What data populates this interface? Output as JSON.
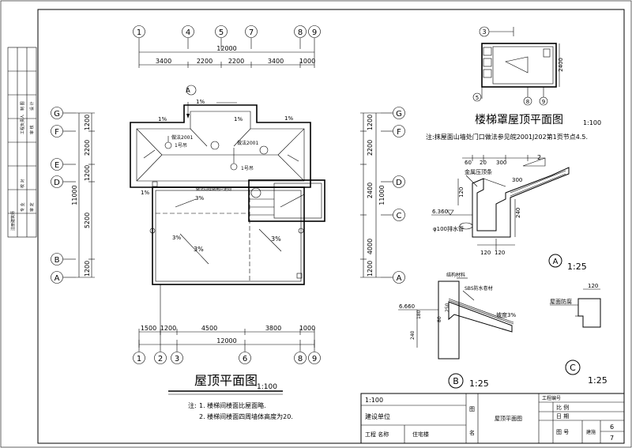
{
  "grid_top": [
    "1",
    "4",
    "5",
    "7",
    "8",
    "9"
  ],
  "grid_bottom": [
    "1",
    "2",
    "3",
    "6",
    "8",
    "9"
  ],
  "grid_left": [
    "G",
    "F",
    "E",
    "D",
    "B",
    "A"
  ],
  "grid_right": [
    "G",
    "F",
    "D",
    "C",
    "A"
  ],
  "dims_top": [
    "3400",
    "2200",
    "2200",
    "3400",
    "1000"
  ],
  "dims_top_total": "12000",
  "dims_bottom": [
    "1500",
    "1200",
    "4500",
    "3800",
    "1000"
  ],
  "dims_bottom_total": "12000",
  "dims_left": [
    "1200",
    "2200",
    "1200",
    "5200",
    "1200"
  ],
  "dims_left_total": "11000",
  "dims_right": [
    "1200",
    "2200",
    "2400",
    "4000",
    "1200"
  ],
  "dims_right_total": "11000",
  "slopes": [
    "1%",
    "1%",
    "1%",
    "1%",
    "3%",
    "3%",
    "3%",
    "3%",
    "1%"
  ],
  "roof_labels": {
    "tag1": "做法2001",
    "tag2": "1号吊",
    "tag3": "做法2001",
    "tag4": "1号吊",
    "note_mid": "做法同样做用户走向"
  },
  "main_title": "屋顶平面图",
  "main_scale": "1:100",
  "notes_heading": "注:",
  "notes": [
    "1. 楼梯间楼面比屋面略.",
    "2. 楼梯间楼面四周墙体高度为20."
  ],
  "stair_title": "楼梯罩屋顶平面图",
  "stair_scale": "1:100",
  "stair_grid": [
    "3",
    "5",
    "8",
    "9"
  ],
  "stair_dims": [
    "2400"
  ],
  "stair_note": "注:抹屋面山墙处门口做法参见皖2001J202第1页节点4.5.",
  "detail_a": {
    "label": "A",
    "scale": "1:25",
    "dims": [
      "60",
      "20",
      "300",
      "120",
      "300",
      "240",
      "120",
      "120"
    ],
    "elev": "6.360",
    "texts": [
      "金属压顶条",
      "φ100排水管",
      "2"
    ]
  },
  "detail_b": {
    "label": "B",
    "scale": "1:25",
    "elev": "6.660",
    "dims": [
      "250",
      "80",
      "240",
      "180"
    ],
    "texts": [
      "结构材料",
      "SBS防水卷材",
      "坡度3%"
    ]
  },
  "detail_c": {
    "label": "C",
    "scale": "1:25",
    "dims": [
      "120"
    ],
    "texts": [
      "屋面防腐"
    ]
  },
  "title_block": {
    "scale_top": "1:100",
    "construction_unit": "建设单位",
    "project_name_label": "工程 名称",
    "project_name": "住宅楼",
    "drawing_label_1": "图",
    "drawing_label_2": "名",
    "drawing_name": "屋顶平面图",
    "project_no_label": "工程编号",
    "scale_label": "比 例",
    "date_label": "日 期",
    "drawing_no_label": "图 号",
    "sheet_label": "建施",
    "sheet_no": "6",
    "sheet_total": "7"
  },
  "side_stamp": [
    "工程负责人",
    "审 核",
    "设 计",
    "制 图",
    "专 业",
    "审 定",
    "校 对",
    "注册建筑师"
  ]
}
